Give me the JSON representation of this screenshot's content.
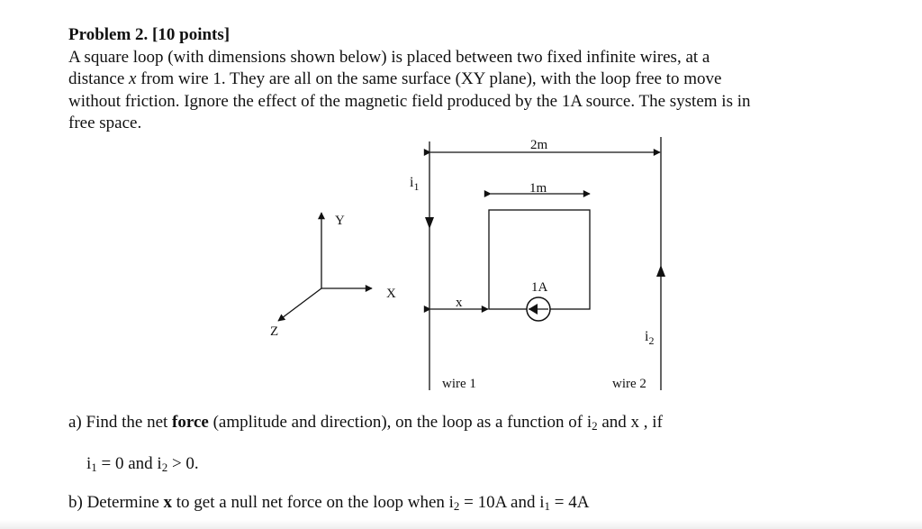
{
  "problem": {
    "title": "Problem 2. [10 points]",
    "intro_line1": "A square loop (with dimensions shown below) is placed between two fixed infinite wires, at a",
    "intro_line2_pre": "distance ",
    "intro_line2_var": "x",
    "intro_line2_post": " from wire 1.  They are all on the same surface (XY plane), with the loop free to move",
    "intro_line3": "without friction. Ignore the effect of the magnetic field produced by the 1A source.  The system is in",
    "intro_line4": "free space."
  },
  "diagram": {
    "dim_2m": "2m",
    "dim_1m": "1m",
    "dim_x": "x",
    "source_label": "1A",
    "current1_base": "i",
    "current1_sub": "1",
    "current2_base": "i",
    "current2_sub": "2",
    "wire1_label": "wire 1",
    "wire2_label": "wire 2",
    "axis_x": "X",
    "axis_y": "Y",
    "axis_z": "Z"
  },
  "questions": {
    "a_prefix": "a) Find the net ",
    "a_bold": "force",
    "a_mid": " (amplitude and direction), on the loop as a function of i",
    "a_sub": "2",
    "a_end": " and x , if",
    "a2_i1": "i",
    "a2_i1_sub": "1",
    "a2_mid": " = 0 and i",
    "a2_i2_sub": "2",
    "a2_end": " > 0.",
    "b_prefix": "b) Determine ",
    "b_bold": "x",
    "b_mid": " to get a null net force on the loop when i",
    "b_i2_sub": "2",
    "b_mid2": " = 10A and i",
    "b_i1_sub": "1",
    "b_end": " = 4A"
  }
}
